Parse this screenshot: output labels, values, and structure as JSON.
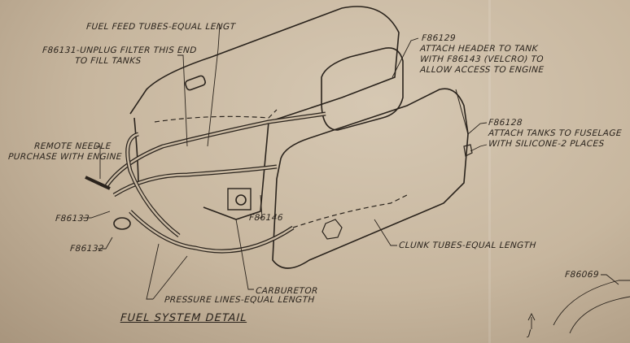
{
  "title": "FUEL SYSTEM DETAIL",
  "labels": {
    "fuel_feed": "FUEL FEED TUBES-EQUAL LENGT",
    "f86131_l1": "F86131-UNPLUG FILTER THIS END",
    "f86131_l2": "TO FILL TANKS",
    "f86129": "F86129",
    "f86129_l1": "ATTACH HEADER TO TANK",
    "f86129_l2": "WITH F86143 (VELCRO) TO",
    "f86129_l3": "ALLOW ACCESS TO ENGINE",
    "f86128": "F86128",
    "f86128_l1": "ATTACH TANKS TO FUSELAGE",
    "f86128_l2": "WITH SILICONE-2 PLACES",
    "remote_l1": "REMOTE NEEDLE",
    "remote_l2": "PURCHASE WITH ENGINE",
    "f86133": "F86133",
    "f86132": "F86132",
    "f86146": "F86146",
    "clunk": "CLUNK TUBES-EQUAL LENGTH",
    "carburetor": "CARBURETOR",
    "pressure": "PRESSURE LINES-EQUAL LENGTH",
    "f86069": "F86069",
    "view_marker": "J"
  },
  "colors": {
    "paper": "#c9b9a2",
    "ink": "#2a231c"
  }
}
